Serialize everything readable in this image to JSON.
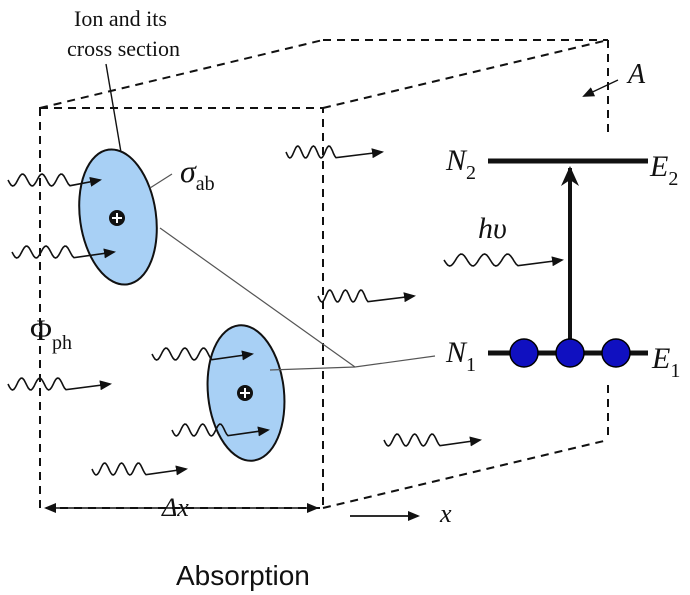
{
  "labels": {
    "ion_label_line1": "Ion and its",
    "ion_label_line2": "cross section",
    "sigma": "σ",
    "sigma_sub": "ab",
    "phi": "Φ",
    "phi_sub": "ph",
    "area": "A",
    "delta_x": "Δx",
    "x_axis": "x",
    "photon_energy": "hυ",
    "n2": "N",
    "n2_sub": "2",
    "e2": "E",
    "e2_sub": "2",
    "n1": "N",
    "n1_sub": "1",
    "e1": "E",
    "e1_sub": "1",
    "caption": "Absorption"
  },
  "colors": {
    "ion_fill": "#a8d0f5",
    "electron_fill": "#1010c0",
    "line": "#111111"
  }
}
